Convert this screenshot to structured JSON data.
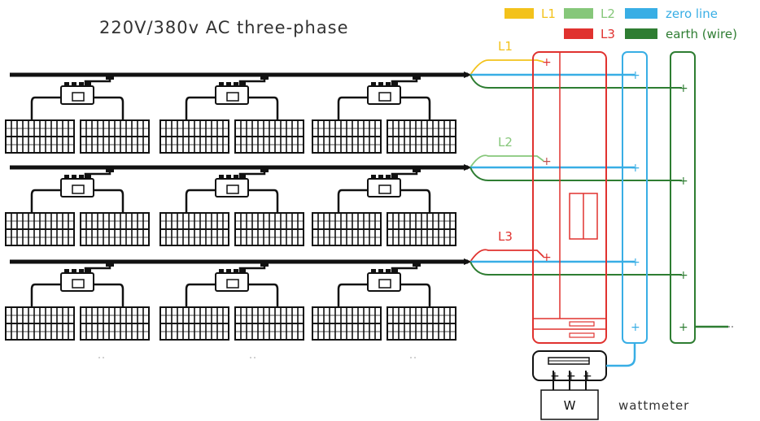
{
  "title": "220V/380v AC three-phase",
  "legend": {
    "l1": "L1",
    "l2": "L2",
    "l3": "L3",
    "zero": "zero line",
    "earth": "earth (wire)"
  },
  "phase_labels": [
    "L1",
    "L2",
    "L3"
  ],
  "meter": {
    "symbol": "W",
    "label": "wattmeter"
  },
  "plus_glyph": "+",
  "colors": {
    "l1": "#f3c21b",
    "l2": "#86c77a",
    "l3": "#e0322f",
    "zero": "#38aee5",
    "earth": "#2e7d32",
    "cable": "#111111"
  },
  "rows": 3,
  "modules_per_row": 3,
  "icons": [
    "solar-panel-icon",
    "microinverter-icon",
    "breaker-icon",
    "plug-icon",
    "meter-icon"
  ]
}
